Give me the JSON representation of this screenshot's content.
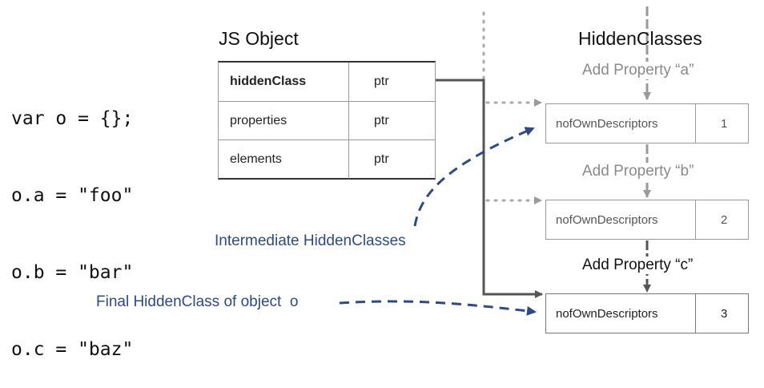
{
  "code": {
    "lines": [
      "var o = {};",
      "o.a = \"foo\"",
      "o.b = \"bar\"",
      "o.c = \"baz\""
    ]
  },
  "js_object": {
    "title": "JS Object",
    "rows": [
      {
        "key": "hiddenClass",
        "value": "ptr"
      },
      {
        "key": "properties",
        "value": "ptr"
      },
      {
        "key": "elements",
        "value": "ptr"
      }
    ]
  },
  "hidden_classes": {
    "title": "HiddenClasses",
    "transitions": [
      "Add Property “a”",
      "Add Property “b”",
      "Add Property “c”"
    ],
    "boxes": [
      {
        "label": "nofOwnDescriptors",
        "count": "1"
      },
      {
        "label": "nofOwnDescriptors",
        "count": "2"
      },
      {
        "label": "nofOwnDescriptors",
        "count": "3"
      }
    ]
  },
  "annotations": {
    "intermediate": "Intermediate HiddenClasses",
    "final": "Final HiddenClass of object  o"
  },
  "colors": {
    "annotation": "#2b4a87",
    "gray_arrow": "#9a9a9a",
    "dark_arrow": "#555555"
  }
}
